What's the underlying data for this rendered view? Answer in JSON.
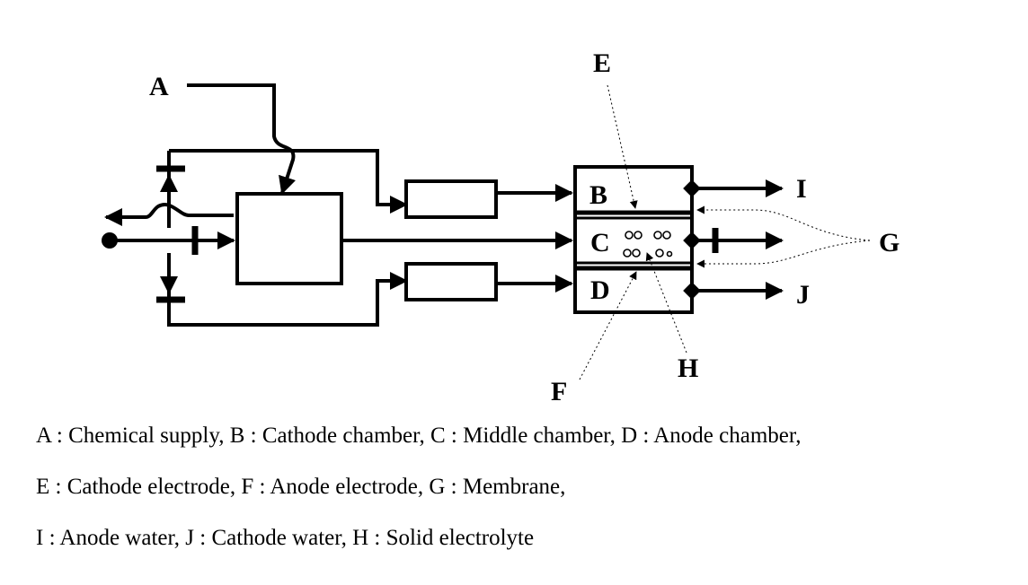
{
  "diagram": {
    "labels": {
      "A": "A",
      "B": "B",
      "C": "C",
      "D": "D",
      "E": "E",
      "F": "F",
      "G": "G",
      "H": "H",
      "I": "I",
      "J": "J"
    }
  },
  "legend": {
    "line1": "A : Chemical supply,  B : Cathode chamber,  C : Middle chamber,  D : Anode chamber,",
    "line2": "E : Cathode electrode,  F : Anode electrode,  G : Membrane,",
    "line3": "I : Anode water, J : Cathode water, H : Solid electrolyte"
  }
}
